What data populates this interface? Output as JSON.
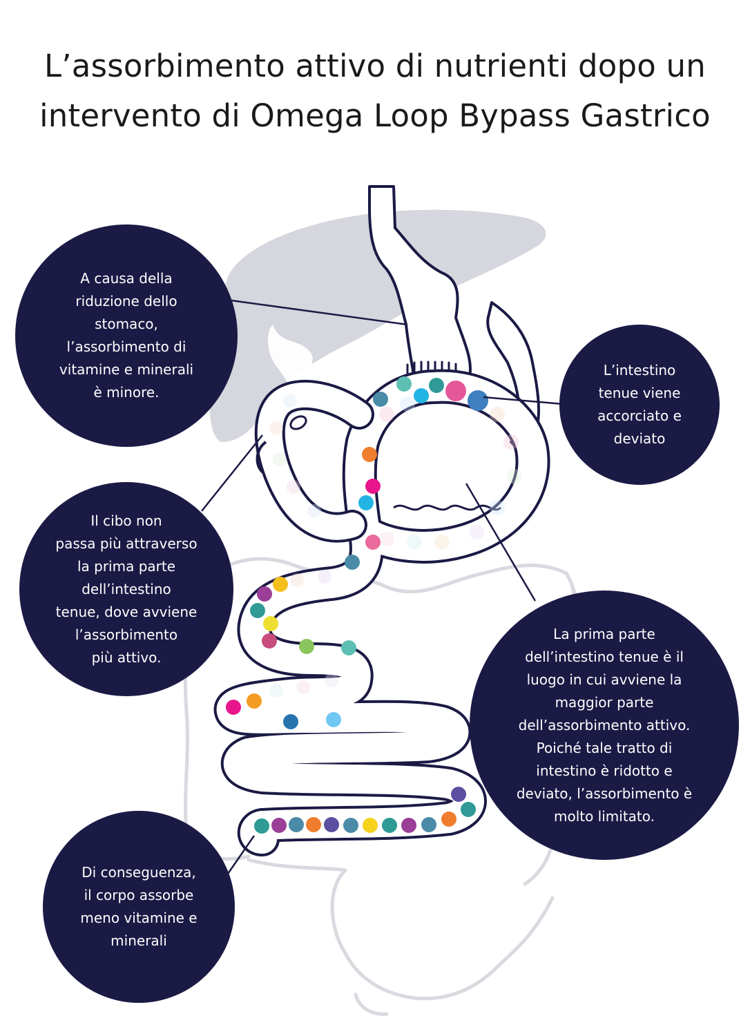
{
  "title": {
    "line1": "L’assorbimento attivo di nutrienti dopo un",
    "line2": "intervento di Omega Loop Bypass Gastrico"
  },
  "colors": {
    "bubble": "#1b1a45",
    "outline": "#1b1a45",
    "organ_shadow": "#d5d6de",
    "faint_organs": "#d9d9e0"
  },
  "callouts": {
    "stomach": "A causa della\nriduzione dello\nstomaco,\nl’assorbimento di\nvitamine e minerali\nè minore.",
    "intestine_shortened": "L’intestino\ntenue viene\naccorciato e\ndeviato",
    "food_bypass": "Il cibo non\npassa più attraverso\nla prima parte\ndell’intestino\ntenue, dove avviene\nl’assorbimento\npiù attivo.",
    "first_part": "La prima parte\ndell’intestino tenue è il\nluogo in cui avviene la\nmaggior parte\ndell’assorbimento attivo.\nPoiché tale tratto di\nintestino è ridotto e\ndeviato, l’assorbimento è\nmolto limitato.",
    "consequence": "Di conseguenza,\nil corpo assorbe\nmeno vitamine e\nminerali"
  }
}
